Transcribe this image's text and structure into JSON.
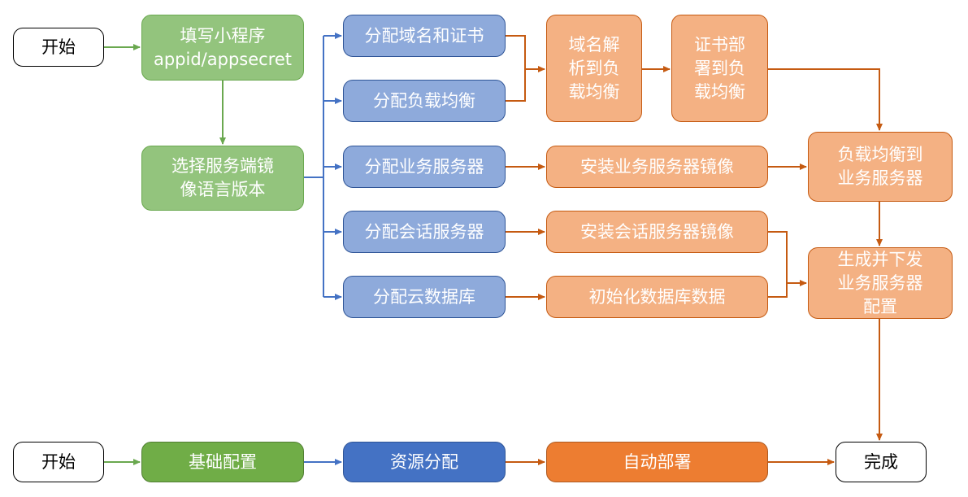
{
  "colors": {
    "green": "#6aa84f",
    "blue": "#4472c4",
    "orange": "#c55a11",
    "green_fill": "#93c47d",
    "blue_fill": "#8eaadb",
    "orange_fill": "#f4b183"
  },
  "flow": {
    "start": "开始",
    "fill_info": "填写小程序\nappid/appsecret",
    "choose_version": "选择服务端镜\n像语言版本",
    "alloc_domain": "分配域名和证书",
    "alloc_lb": "分配负载均衡",
    "alloc_biz_server": "分配业务服务器",
    "alloc_session_server": "分配会话服务器",
    "alloc_db": "分配云数据库",
    "dns_to_lb": "域名解\n析到负\n载均衡",
    "cert_to_lb": "证书部\n署到负\n载均衡",
    "install_biz_image": "安装业务服务器镜像",
    "install_session_image": "安装会话服务器镜像",
    "init_db": "初始化数据库数据",
    "lb_to_biz": "负载均衡到\n业务服务器",
    "gen_config": "生成并下发\n业务服务器\n配置"
  },
  "legend": {
    "start": "开始",
    "basic_config": "基础配置",
    "resource_alloc": "资源分配",
    "auto_deploy": "自动部署",
    "done": "完成"
  }
}
